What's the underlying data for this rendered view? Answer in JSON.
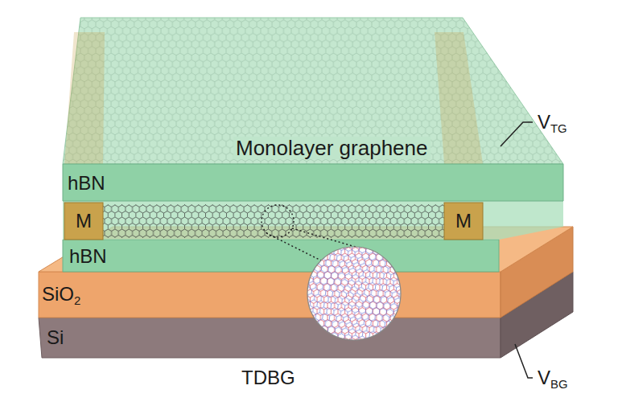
{
  "diagram": {
    "labels": [
      "Monolayer graphene",
      "VTG",
      "hBN",
      "M",
      "M",
      "hBN",
      "SiO2",
      "Si",
      "TDBG",
      "VBG"
    ]
  }
}
